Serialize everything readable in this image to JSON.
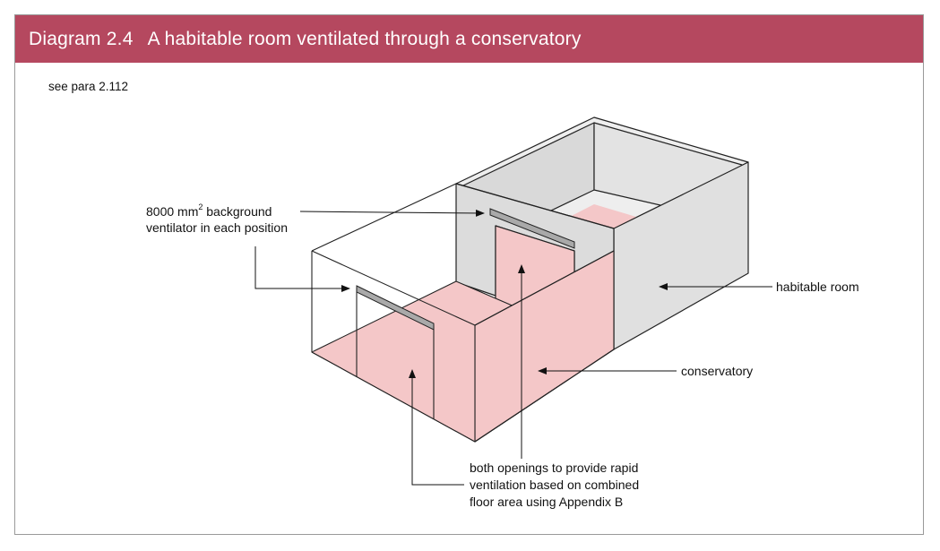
{
  "header": {
    "number": "Diagram 2.4",
    "title": "A habitable room ventilated through a conservatory"
  },
  "reference": "see para 2.112",
  "labels": {
    "ventilator_line1_pre": "8000 mm",
    "ventilator_line1_sup": "2",
    "ventilator_line1_post": " background",
    "ventilator_line2": "ventilator in each position",
    "habitable_room": "habitable room",
    "conservatory": "conservatory",
    "openings_line1": "both openings to provide rapid",
    "openings_line2": "ventilation based on combined",
    "openings_line3": "floor area using Appendix B"
  },
  "colors": {
    "title_bar": "#b5485f",
    "floor_fill": "#f4c7c8",
    "wall_fill": "#e0e0e0",
    "ventilator_fill": "#a9a9a9",
    "line": "#222222"
  }
}
